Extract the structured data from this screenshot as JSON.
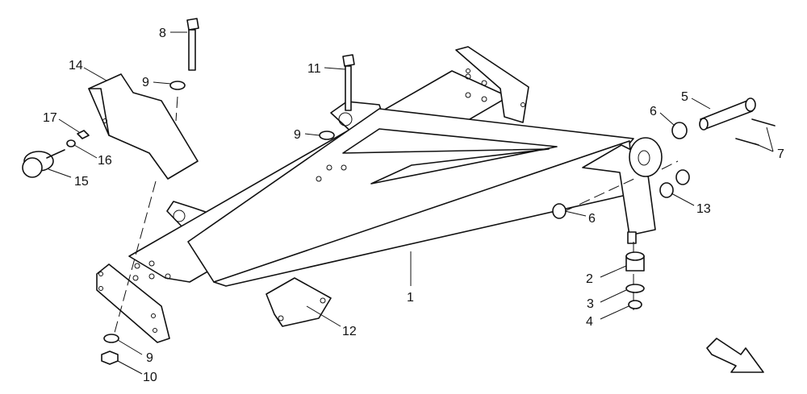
{
  "callouts": {
    "c8": "8",
    "c9a": "9",
    "c14": "14",
    "c17": "17",
    "c16": "16",
    "c15": "15",
    "c11": "11",
    "c9b": "9",
    "c5": "5",
    "c6a": "6",
    "c7": "7",
    "c13": "13",
    "c6b": "6",
    "c1": "1",
    "c2": "2",
    "c3": "3",
    "c4": "4",
    "c12": "12",
    "c9c": "9",
    "c10": "10"
  }
}
